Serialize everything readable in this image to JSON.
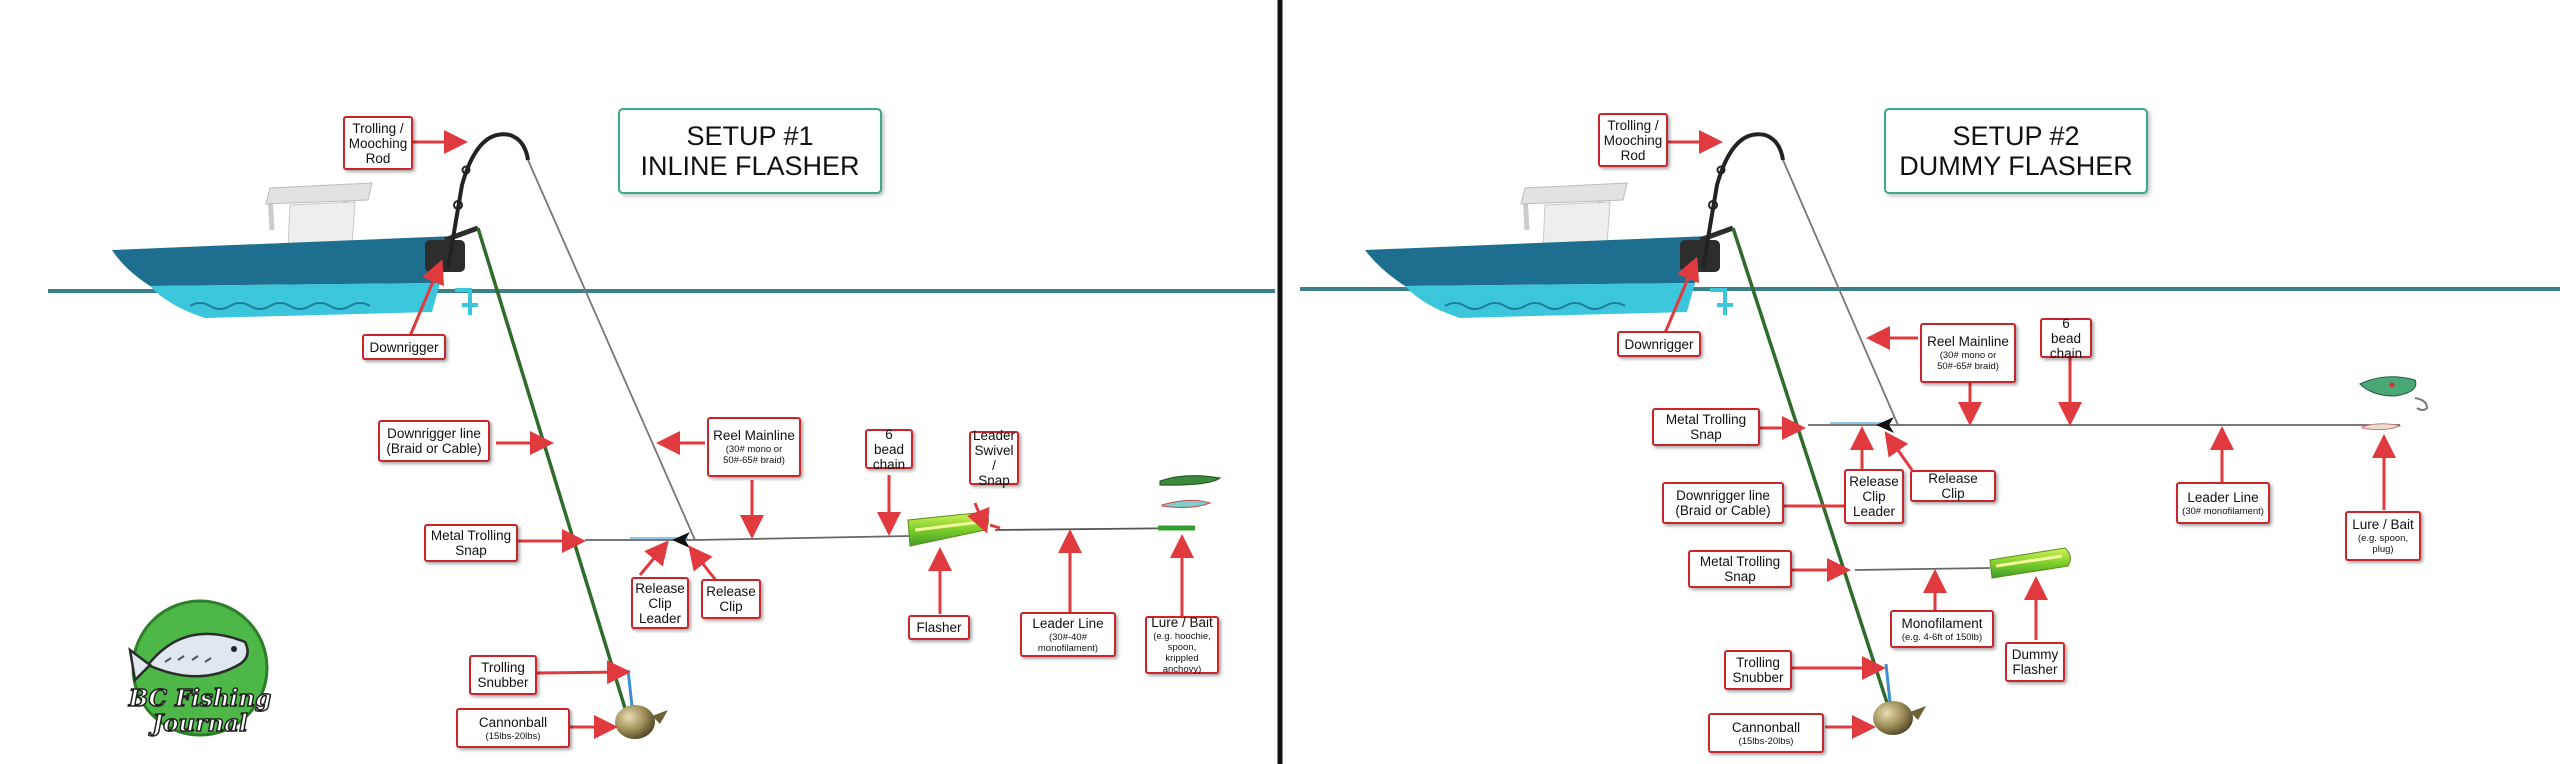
{
  "panel_1": {
    "title_line_1": "SETUP #1",
    "title_line_2": "INLINE FLASHER",
    "labels": {
      "rod": {
        "main": "Trolling /\nMooching\nRod",
        "sub": ""
      },
      "downrigger": {
        "main": "Downrigger",
        "sub": ""
      },
      "downrigger_line": {
        "main": "Downrigger line\n(Braid or Cable)",
        "sub": ""
      },
      "reel_mainline": {
        "main": "Reel Mainline",
        "sub": "(30# mono or\n50#-65# braid)"
      },
      "bead_chain": {
        "main": "6 bead\nchain",
        "sub": ""
      },
      "leader_swivel": {
        "main": "Leader\nSwivel /\nSnap",
        "sub": ""
      },
      "trolling_snap": {
        "main": "Metal Trolling\nSnap",
        "sub": ""
      },
      "release_clip_leader": {
        "main": "Release\nClip\nLeader",
        "sub": ""
      },
      "release_clip": {
        "main": "Release\nClip",
        "sub": ""
      },
      "flasher": {
        "main": "Flasher",
        "sub": ""
      },
      "leader_line": {
        "main": "Leader Line",
        "sub": "(30#-40#\nmonofilament)"
      },
      "lure": {
        "main": "Lure / Bait",
        "sub": "(e.g. hoochie,\nspoon, krippled\nanchovy)"
      },
      "snubber": {
        "main": "Trolling\nSnubber",
        "sub": ""
      },
      "cannonball": {
        "main": "Cannonball",
        "sub": "(15lbs-20lbs)"
      }
    }
  },
  "panel_2": {
    "title_line_1": "SETUP #2",
    "title_line_2": "DUMMY FLASHER",
    "labels": {
      "rod": {
        "main": "Trolling /\nMooching\nRod",
        "sub": ""
      },
      "downrigger": {
        "main": "Downrigger",
        "sub": ""
      },
      "reel_mainline": {
        "main": "Reel Mainline",
        "sub": "(30# mono or\n50#-65# braid)"
      },
      "bead_chain": {
        "main": "6 bead\nchain",
        "sub": ""
      },
      "trolling_snap_top": {
        "main": "Metal Trolling\nSnap",
        "sub": ""
      },
      "release_clip_leader": {
        "main": "Release\nClip\nLeader",
        "sub": ""
      },
      "release_clip": {
        "main": "Release Clip",
        "sub": ""
      },
      "downrigger_line": {
        "main": "Downrigger line\n(Braid or Cable)",
        "sub": ""
      },
      "leader_line": {
        "main": "Leader Line",
        "sub": "(30# monofilament)"
      },
      "lure": {
        "main": "Lure / Bait",
        "sub": "(e.g. spoon,\nplug)"
      },
      "trolling_snap_bottom": {
        "main": "Metal Trolling\nSnap",
        "sub": ""
      },
      "monofilament": {
        "main": "Monofilament",
        "sub": "(e.g. 4-6ft of 150lb)"
      },
      "dummy_flasher": {
        "main": "Dummy\nFlasher",
        "sub": ""
      },
      "snubber": {
        "main": "Trolling\nSnubber",
        "sub": ""
      },
      "cannonball": {
        "main": "Cannonball",
        "sub": "(15lbs-20lbs)"
      }
    }
  },
  "logo": {
    "line_1": "BC Fishing",
    "line_2": "Journal"
  },
  "colors": {
    "label_border": "#c9262c",
    "arrow": "#e0393e",
    "title_border": "#3ba98c",
    "water_line": "#3b7f8a",
    "hull_dark": "#1e6f8f",
    "hull_light": "#3cc6dc",
    "downrigger_line": "#2f6b2b",
    "flasher_green": "#8ed62a",
    "divider": "#111111"
  },
  "icons": [
    "boat-icon",
    "rod-icon",
    "downrigger-icon",
    "cannonball-icon",
    "flasher-icon",
    "lure-icon",
    "release-clip-icon",
    "fish-logo-icon"
  ]
}
